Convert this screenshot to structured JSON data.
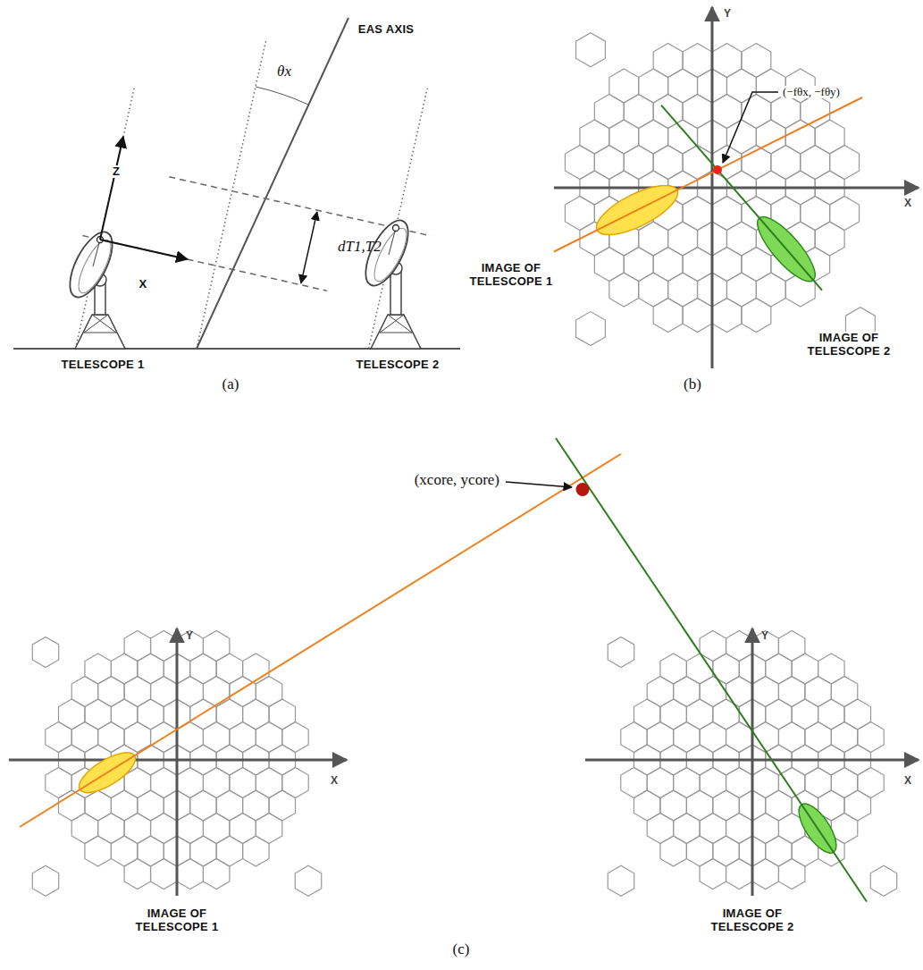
{
  "diagram": {
    "labels": [
      "EAS AXIS",
      "θx",
      "Z",
      "X",
      "dT1,T2",
      "TELESCOPE 1",
      "TELESCOPE 2",
      "(a)",
      "Y",
      "X",
      "(−fθx, −fθy)",
      "IMAGE OF TELESCOPE 1",
      "IMAGE OF TELESCOPE 2",
      "(b)",
      "(xcore, ycore)",
      "Y",
      "X",
      "IMAGE OF TELESCOPE 1",
      "Y",
      "X",
      "IMAGE OF TELESCOPE 2",
      "(c)"
    ]
  }
}
